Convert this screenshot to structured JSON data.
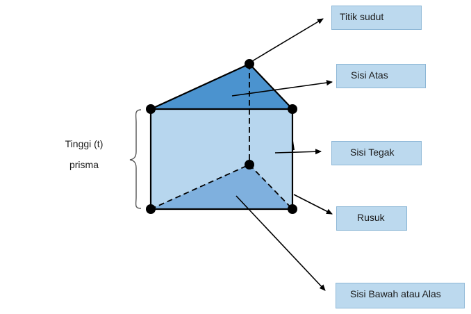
{
  "labels": {
    "vertex": "Titik sudut",
    "top_face": "Sisi Atas",
    "lateral_face": "Sisi Tegak",
    "edge": "Rusuk",
    "base_face": "Sisi Bawah atau Alas"
  },
  "height_label": {
    "line1": "Tinggi (t)",
    "line2": "prisma"
  },
  "colors": {
    "top_face": "#4b93cf",
    "front_face": "#b7d6ee",
    "base_face": "#7fb0de",
    "label_box": "#bcd9ee",
    "label_box_border": "#8db7d6",
    "edge": "#000000"
  }
}
